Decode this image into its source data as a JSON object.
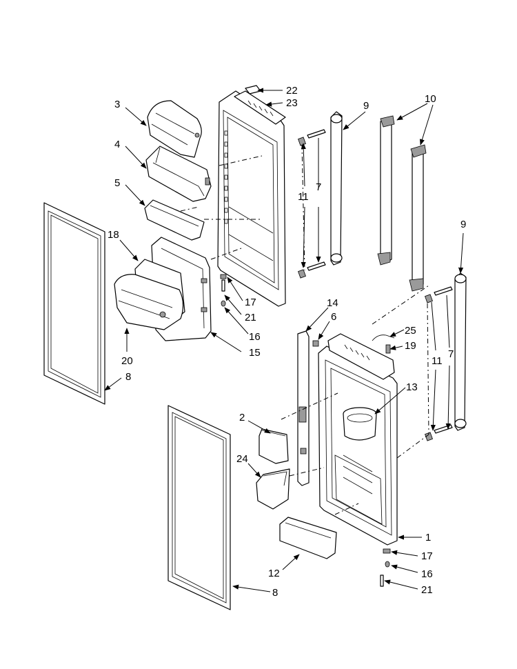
{
  "diagram": {
    "callouts": {
      "c22": "22",
      "c23": "23",
      "c3": "3",
      "c4": "4",
      "c5": "5",
      "c18": "18",
      "c9a": "9",
      "c10": "10",
      "c11a": "11",
      "c7a": "7",
      "c17a": "17",
      "c21a": "21",
      "c16a": "16",
      "c15": "15",
      "c20": "20",
      "c8a": "8",
      "c9b": "9",
      "c14": "14",
      "c6": "6",
      "c25": "25",
      "c19": "19",
      "c11b": "11",
      "c7b": "7",
      "c13": "13",
      "c2": "2",
      "c24": "24",
      "c1": "1",
      "c17b": "17",
      "c16b": "16",
      "c21b": "21",
      "c12": "12",
      "c8b": "8"
    }
  }
}
